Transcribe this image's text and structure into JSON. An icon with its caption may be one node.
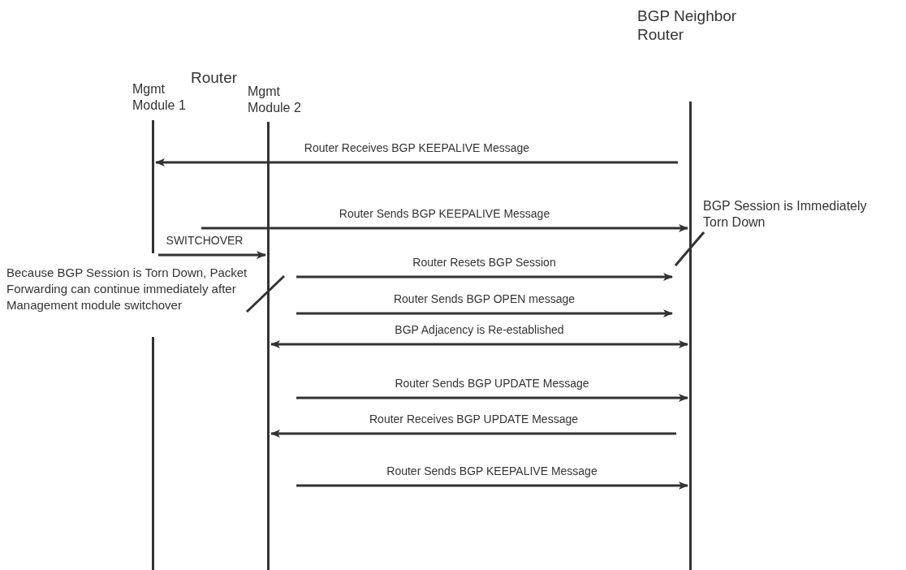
{
  "diagram": {
    "nodes": [
      {
        "text": [
          "Mgmt Module 1"
        ]
      },
      {
        "text": [
          "Mgmt Module 2"
        ]
      },
      {
        "text": [
          "BGP Neighbor Router"
        ]
      },
      {
        "text": [
          "BGP Session is Immediately Torn Down"
        ]
      },
      {
        "text": [
          "Because BGP Session is Torn Down, Packet Forwarding can continue immediately after Management module switchover"
        ]
      }
    ],
    "edges": [
      {
        "from": 2,
        "to": 0,
        "arrow": "to",
        "label": "Router Receives BGP KEEPALIVE Message"
      },
      {
        "from": null,
        "to": 2,
        "arrow": "to",
        "label": "Router Sends BGP KEEPALIVE Message"
      },
      {
        "from": 0,
        "to": 1,
        "arrow": "to",
        "label": "SWITCHOVER"
      },
      {
        "from": 1,
        "to": 2,
        "arrow": "to",
        "label": "Router Resets BGP Session"
      },
      {
        "from": 1,
        "to": 2,
        "arrow": "to",
        "label": "Router Sends BGP OPEN message"
      },
      {
        "from": 1,
        "to": 2,
        "arrow": "both",
        "label": "BGP Adjacency is Re-established"
      },
      {
        "from": 1,
        "to": 2,
        "arrow": "to",
        "label": "Router Sends BGP UPDATE Message"
      },
      {
        "from": 2,
        "to": 1,
        "arrow": "to",
        "label": "Router Receives BGP UPDATE Message"
      },
      {
        "from": 1,
        "to": 2,
        "arrow": "to",
        "label": "Router Sends BGP KEEPALIVE Message"
      },
      {
        "from": 3,
        "to": null,
        "arrow": "none"
      },
      {
        "from": 4,
        "to": null,
        "arrow": "none"
      }
    ],
    "labels": [
      "Router"
    ]
  }
}
